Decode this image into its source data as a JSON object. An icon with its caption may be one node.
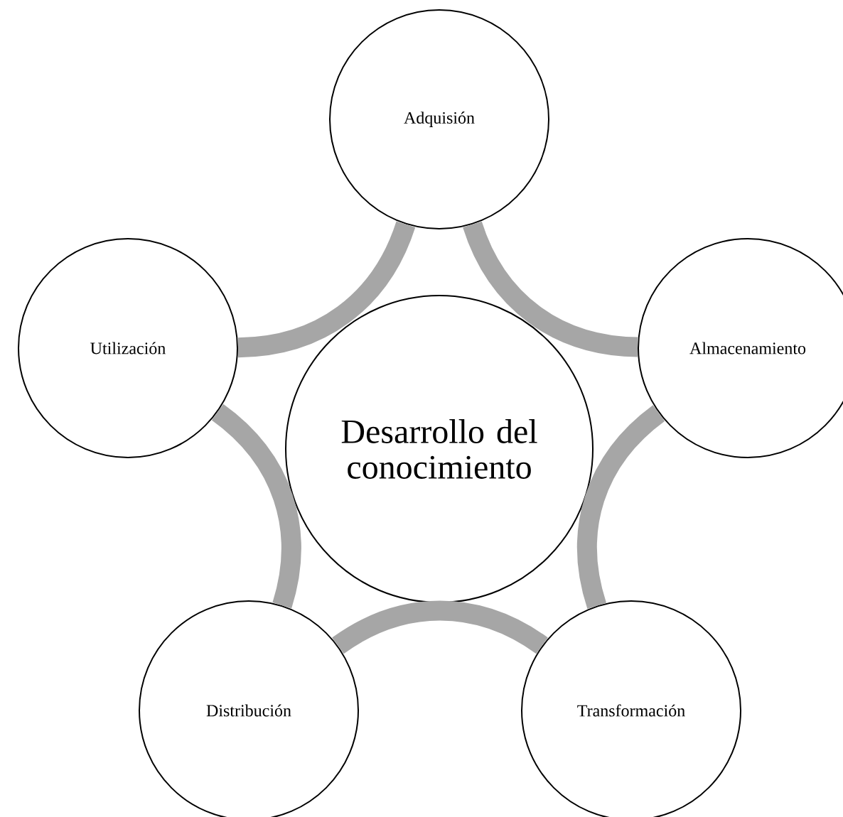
{
  "diagram": {
    "nodes": [
      {
        "text": [
          "Desarrollo del conocimiento"
        ]
      },
      {
        "text": [
          "Adquisión"
        ]
      },
      {
        "text": [
          "Almacenamiento"
        ]
      },
      {
        "text": [
          "Transformación"
        ]
      },
      {
        "text": [
          "Distribución"
        ]
      },
      {
        "text": [
          "Utilización"
        ]
      }
    ],
    "edges": [
      {
        "from": 1,
        "to": 2,
        "arrow": "none"
      },
      {
        "from": 2,
        "to": 3,
        "arrow": "none"
      },
      {
        "from": 3,
        "to": 4,
        "arrow": "none"
      },
      {
        "from": 4,
        "to": 5,
        "arrow": "none"
      },
      {
        "from": 5,
        "to": 1,
        "arrow": "none"
      }
    ]
  }
}
